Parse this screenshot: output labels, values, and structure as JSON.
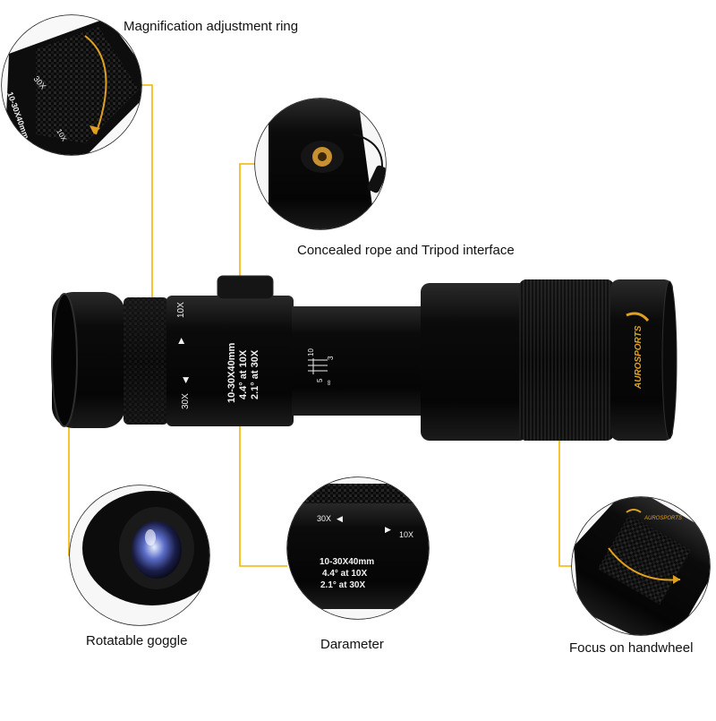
{
  "captions": {
    "magnification": "Magnification adjustment ring",
    "rope_tripod": "Concealed rope and Tripod interface",
    "goggle": "Rotatable goggle",
    "diameter": "Darameter",
    "focus": "Focus on handwheel"
  },
  "monocular_markings": {
    "spec_line1": "10-30X40mm",
    "spec_line2": "4.4° at 10X",
    "spec_line3": "2.1° at 30X",
    "mark_10x": "10X",
    "mark_30x": "30X",
    "focus_scale": [
      "3",
      "5",
      "10",
      "∞"
    ],
    "brand": "AUROSPORTS"
  },
  "detail_markings": {
    "ring_30x": "30X",
    "ring_10x": "10X",
    "ring_spec": "10-30X40mm",
    "diam_30x": "30X",
    "diam_10x": "10X",
    "diam_line1": "10-30X40mm",
    "diam_line2": "4.4° at 10X",
    "diam_line3": "2.1° at 30X",
    "focus_brand": "AUROSPORTS"
  },
  "colors": {
    "callout_line": "#f4b400",
    "callout_dot": "#f4b400",
    "body_black": "#0c0c0c",
    "marking_text": "#f2f2f2",
    "brand_gold": "#e0a020"
  }
}
